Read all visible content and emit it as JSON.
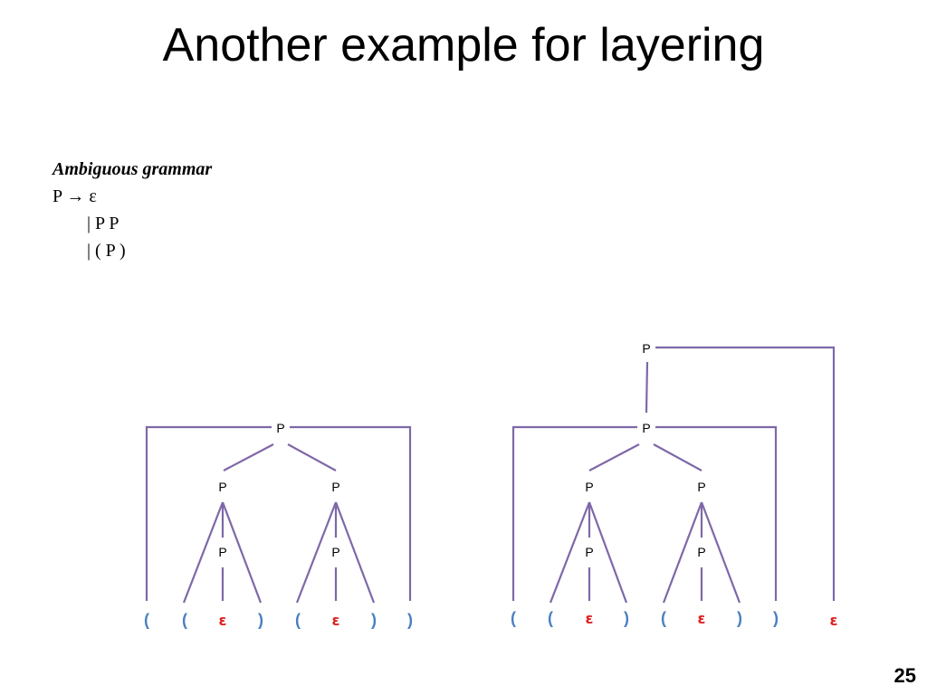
{
  "slide": {
    "title": "Another example for layering",
    "number": "25"
  },
  "grammar": {
    "heading": "Ambiguous grammar",
    "rule1": "P → ε",
    "rule2": "| P P",
    "rule3": "| ( P )"
  },
  "trees": {
    "node_label": "P",
    "open_paren": "(",
    "close_paren": ")",
    "epsilon": "ε"
  },
  "colors": {
    "edge": "#7e68a8",
    "paren": "#4a7fc0",
    "epsilon": "#e02020"
  }
}
